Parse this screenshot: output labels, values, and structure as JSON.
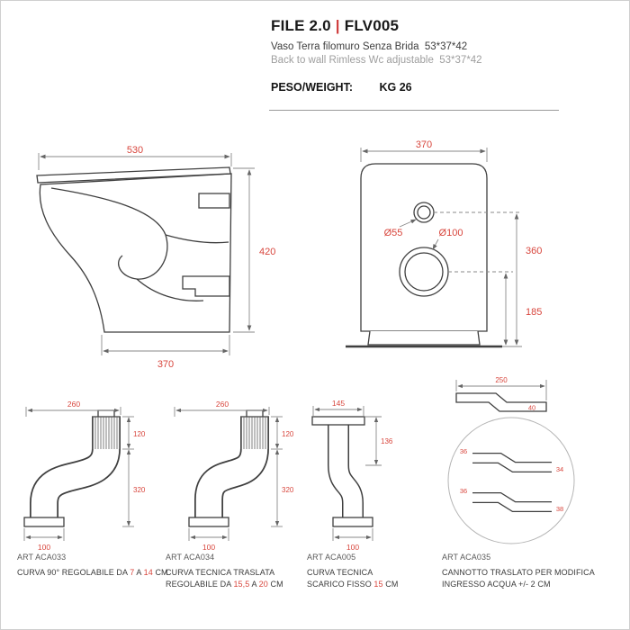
{
  "colors": {
    "dim_red": "#d8463d",
    "line_dark": "#3f3f3f",
    "dim_line_gray": "#8a8a8a",
    "subtitle_gray": "#9e9e9e"
  },
  "header": {
    "title": "FILE 2.0",
    "separator": "|",
    "code": "FLV005",
    "subtitle_it": "Vaso Terra filomuro Senza Brida  53*37*42",
    "subtitle_en": "Back to wall Rimless Wc adjustable  53*37*42",
    "weight_label": "PESO/WEIGHT:",
    "weight_value": "KG 26"
  },
  "side_view": {
    "dim_width_top": "530",
    "dim_height": "420",
    "dim_width_bottom": "370"
  },
  "front_view": {
    "dim_width": "370",
    "dim_inlet": "Ø55",
    "dim_drain": "Ø100",
    "dim_height_total": "360",
    "dim_height_drain": "185"
  },
  "acc1": {
    "art": "ART ACA033",
    "dim_top": "260",
    "dim_upper": "120",
    "dim_height": "320",
    "dim_bottom": "100",
    "cap_1": "CURVA 90° REGOLABILE DA ",
    "cap_n1": "7",
    "cap_2": " A ",
    "cap_n2": "14",
    "cap_3": " CM"
  },
  "acc2": {
    "art": "ART ACA034",
    "dim_top": "260",
    "dim_upper": "120",
    "dim_height": "320",
    "dim_bottom": "100",
    "cap_line1": "CURVA TECNICA TRASLATA",
    "cap_1": "REGOLABILE DA ",
    "cap_n1": "15,5",
    "cap_2": " A ",
    "cap_n2": "20",
    "cap_3": " CM"
  },
  "acc3": {
    "art": "ART ACA005",
    "dim_top": "145",
    "dim_upper": "136",
    "dim_bottom": "100",
    "cap_line1": "CURVA TECNICA",
    "cap_1": "SCARICO FISSO ",
    "cap_n1": "15",
    "cap_2": " CM"
  },
  "acc4": {
    "art": "ART ACA035",
    "dim_top": "250",
    "dim_part": "40",
    "pipe1_left": "36",
    "pipe1_right": "34",
    "pipe2_left": "36",
    "pipe2_right": "38",
    "cap_line1": "CANNOTTO TRASLATO PER MODIFICA",
    "cap_line2": "INGRESSO ACQUA +/- 2 CM"
  }
}
